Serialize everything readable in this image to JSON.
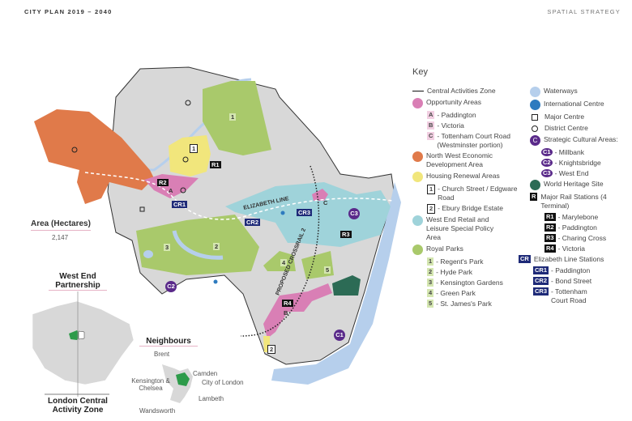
{
  "header": {
    "left": "CITY PLAN 2019 – 2040",
    "right": "SPATIAL STRATEGY"
  },
  "key": {
    "title": "Key",
    "caz": "Central Activities Zone",
    "opportunity": "Opportunity Areas",
    "opp_items": [
      {
        "b": "A",
        "l": "- Paddington"
      },
      {
        "b": "B",
        "l": "- Victoria"
      },
      {
        "b": "C",
        "l": "- Tottenham Court Road (Westminster portion)"
      }
    ],
    "nw": "North West Economic Development Area",
    "housing": "Housing Renewal Areas",
    "housing_items": [
      {
        "b": "1",
        "l": "- Church Street / Edgware Road"
      },
      {
        "b": "2",
        "l": "- Ebury Bridge Estate"
      }
    ],
    "west_end": "West End Retail and Leisure Special Policy Area",
    "parks": "Royal Parks",
    "park_items": [
      {
        "b": "1",
        "l": "- Regent's Park"
      },
      {
        "b": "2",
        "l": "- Hyde Park"
      },
      {
        "b": "3",
        "l": "- Kensington Gardens"
      },
      {
        "b": "4",
        "l": "- Green Park"
      },
      {
        "b": "5",
        "l": "- St. James's Park"
      }
    ],
    "waterways": "Waterways",
    "international": "International Centre",
    "major": "Major Centre",
    "district": "District Centre",
    "cultural": "Strategic Cultural Areas:",
    "cultural_badge": "C",
    "cultural_items": [
      {
        "b": "C1",
        "l": "- Millbank"
      },
      {
        "b": "C2",
        "l": "- Knightsbridge"
      },
      {
        "b": "C3",
        "l": "- West End"
      }
    ],
    "whs": "World Heritage Site",
    "rail": "Major Rail Stations (4 Terminal)",
    "rail_badge": "R",
    "rail_items": [
      {
        "b": "R1",
        "l": "- Marylebone"
      },
      {
        "b": "R2",
        "l": "- Paddington"
      },
      {
        "b": "R3",
        "l": "- Charing Cross"
      },
      {
        "b": "R4",
        "l": "- Victoria"
      }
    ],
    "eliz": "Elizabeth Line Stations",
    "eliz_badge": "CR",
    "eliz_items": [
      {
        "b": "CR1",
        "l": "- Paddington"
      },
      {
        "b": "CR2",
        "l": "- Bond Street"
      },
      {
        "b": "CR3",
        "l": "- Tottenham Court Road"
      }
    ]
  },
  "colors": {
    "opp": "#d97fb5",
    "nw": "#e07a4a",
    "housing": "#f1e67c",
    "westend": "#9fd3da",
    "park": "#a9c96b",
    "water": "#b6cfec",
    "intl": "#2e7bbf",
    "cultural": "#5a2a8a",
    "whs": "#2c6b55",
    "rail": "#111111",
    "eliz": "#1e2a78",
    "land": "#d8d8d8"
  },
  "area": {
    "label": "Area (Hectares)",
    "value": "2,147"
  },
  "inset": {
    "west_end": "West End Partnership",
    "caz": "London Central Activity Zone"
  },
  "neighbours": {
    "title": "Neighbours",
    "items": [
      "Brent",
      "Camden",
      "City of London",
      "Kensington & Chelsea",
      "Lambeth",
      "Wandsworth"
    ]
  },
  "map_labels": {
    "p1": "1",
    "p2": "2",
    "p3": "3",
    "p4": "4",
    "p5": "5",
    "h1": "1",
    "h2": "2",
    "A": "A",
    "B": "B",
    "C": "C",
    "R1": "R1",
    "R2": "R2",
    "R3": "R3",
    "R4": "R4",
    "CR1": "CR1",
    "CR2": "CR2",
    "CR3": "CR3",
    "C1": "C1",
    "C2": "C2",
    "C3": "C3",
    "eliz_line": "ELIZABETH LINE",
    "crossrail": "PROPOSED CROSSRAIL 2"
  }
}
